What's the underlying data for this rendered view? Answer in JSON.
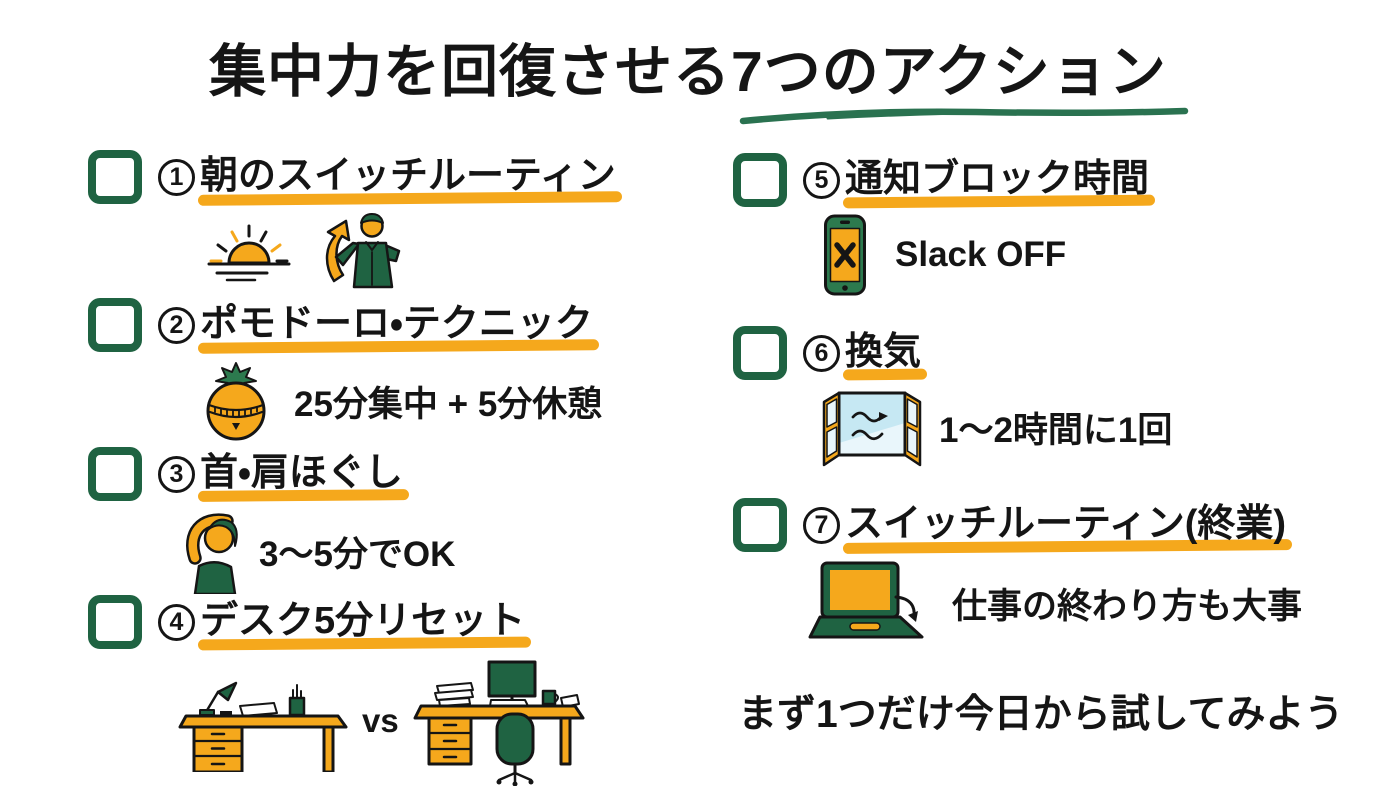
{
  "title": "集中力を回復させる7つのアクション",
  "footer": "まず1つだけ今日から試してみよう",
  "items": [
    {
      "num": "1",
      "label": "朝のスイッチルーティン",
      "desc": "",
      "icons": [
        "sunrise-icon",
        "person-arrow-up-icon"
      ]
    },
    {
      "num": "2",
      "label": "ポモドーロ・テクニック",
      "desc": "25分集中 + 5分休憩",
      "icons": [
        "tomato-timer-icon"
      ]
    },
    {
      "num": "3",
      "label": "首・肩ほぐし",
      "desc": "3〜5分でOK",
      "icons": [
        "neck-stretch-icon"
      ]
    },
    {
      "num": "4",
      "label": "デスク5分リセット",
      "desc": "",
      "vs_label": "vs",
      "icons": [
        "clean-desk-icon",
        "messy-desk-icon"
      ]
    },
    {
      "num": "5",
      "label": "通知ブロック時間",
      "desc": "Slack OFF",
      "icons": [
        "phone-blocked-icon"
      ]
    },
    {
      "num": "6",
      "label": "換気",
      "desc": "1〜2時間に1回",
      "icons": [
        "open-window-icon"
      ]
    },
    {
      "num": "7",
      "label": "スイッチルーティン(終業)",
      "desc": "仕事の終わり方も大事",
      "icons": [
        "laptop-close-icon"
      ]
    }
  ],
  "colors": {
    "green": "#1F6342",
    "green2": "#2C7A4E",
    "swoosh": "#2A7250",
    "orange": "#F5A81C",
    "ink": "#151515",
    "sky": "#C6E8F3",
    "sky2": "#E9F6FB",
    "bg": "#FFFFFF"
  }
}
